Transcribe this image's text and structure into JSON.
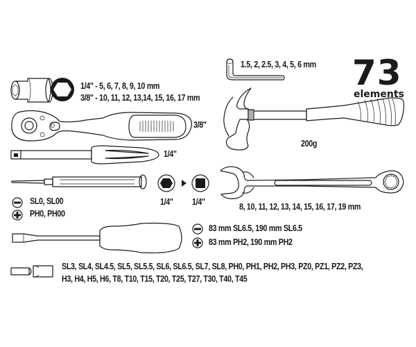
{
  "summary": {
    "count": "73",
    "count_label": "elements"
  },
  "items": {
    "sockets": {
      "line1": "1/4\" - 5, 6, 7, 8, 9, 10 mm",
      "line2": "3/8\" - 10, 11, 12, 13,14, 15, 16, 17 mm"
    },
    "hex_keys": {
      "label": "1.5, 2, 2.5, 3, 4, 5, 6 mm"
    },
    "ratchet": {
      "label": "3/8\""
    },
    "hammer": {
      "label": "200g"
    },
    "bit_driver": {
      "label": "1/4\""
    },
    "precision_screwdriver": {
      "slotted": "SL0, SL00",
      "phillips": "PH0, PH00"
    },
    "adapter": {
      "from_label": "1/4\"",
      "to_label": "1/4\""
    },
    "wrenches": {
      "label": "8, 10, 11, 12, 13, 14, 15, 16, 17, 19 mm"
    },
    "screwdrivers": {
      "slotted": "83 mm SL6.5, 190 mm SL6.5",
      "phillips": "83 mm PH2, 190 mm PH2"
    },
    "bits": {
      "line1": "SL3, SL4, SL4.5, SL5, SL5.5, SL6, SL6.5, SL7, SL8, PH0, PH1, PH2, PH3, PZ0, PZ1, PZ2, PZ3,",
      "line2": "H3, H4, H5, H6, T8, T10, T15, T20, T25, T27, T30, T40, T45"
    }
  },
  "icons": {
    "slotted": "minus-circle",
    "phillips": "plus-circle"
  },
  "colors": {
    "ink": "#1a1a1a",
    "background": "#ffffff"
  }
}
